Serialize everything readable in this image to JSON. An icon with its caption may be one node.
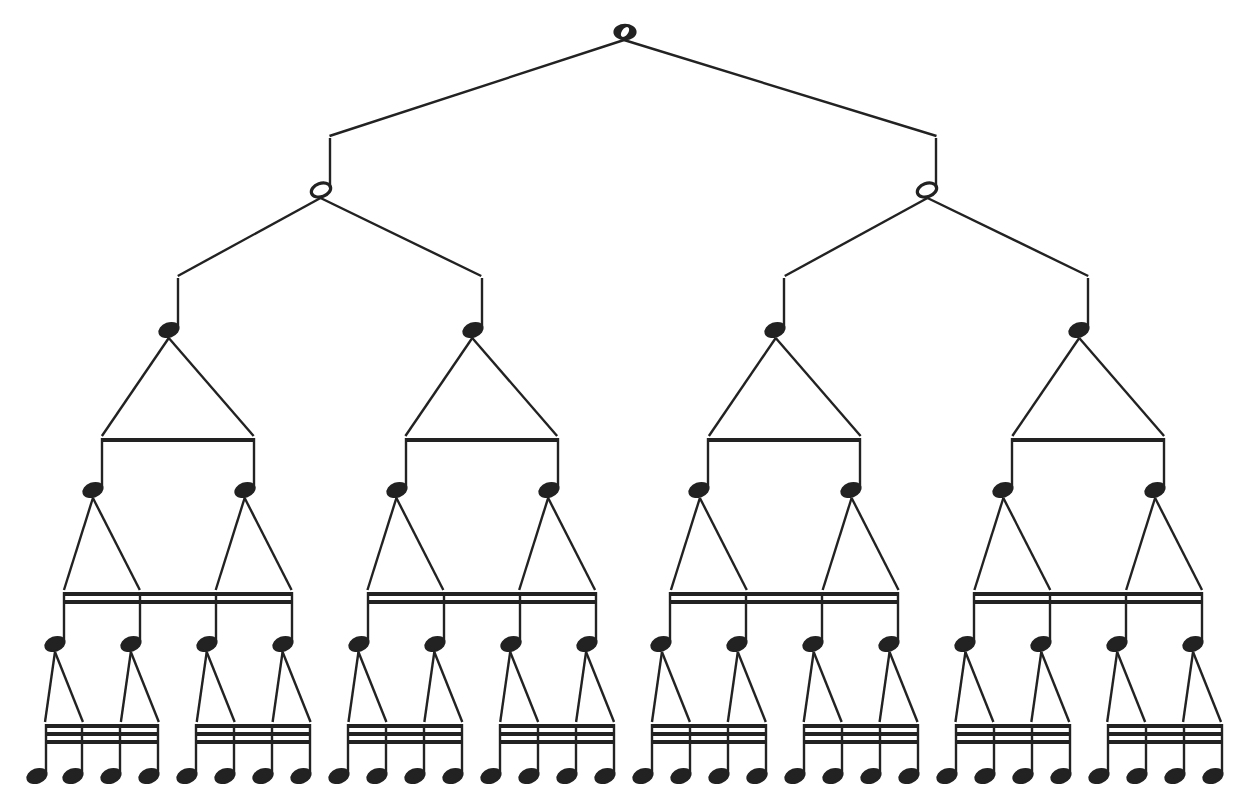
{
  "diagram": {
    "nodes": [
      {
        "text": [],
        "shape": "picture"
      },
      {
        "text": [],
        "shape": "picture"
      },
      {
        "text": [],
        "shape": "picture"
      },
      {
        "text": [],
        "shape": "picture"
      },
      {
        "text": [],
        "shape": "picture"
      },
      {
        "text": [],
        "shape": "picture"
      },
      {
        "text": [],
        "shape": "picture"
      },
      {
        "text": [],
        "shape": "picture"
      },
      {
        "text": [],
        "shape": "picture"
      },
      {
        "text": [],
        "shape": "picture"
      },
      {
        "text": [],
        "shape": "picture"
      },
      {
        "text": [],
        "shape": "picture"
      },
      {
        "text": [],
        "shape": "picture"
      },
      {
        "text": [],
        "shape": "picture"
      },
      {
        "text": [],
        "shape": "picture"
      },
      {
        "text": [],
        "shape": "picture"
      },
      {
        "text": [],
        "shape": "picture"
      },
      {
        "text": [],
        "shape": "picture"
      },
      {
        "text": [],
        "shape": "picture"
      },
      {
        "text": [],
        "shape": "picture"
      },
      {
        "text": [],
        "shape": "picture"
      },
      {
        "text": [],
        "shape": "picture"
      },
      {
        "text": [],
        "shape": "picture"
      },
      {
        "text": [],
        "shape": "picture"
      },
      {
        "text": [],
        "shape": "picture"
      },
      {
        "text": [],
        "shape": "picture"
      },
      {
        "text": [],
        "shape": "picture"
      },
      {
        "text": [],
        "shape": "picture"
      },
      {
        "text": [],
        "shape": "picture"
      },
      {
        "text": [],
        "shape": "picture"
      },
      {
        "text": [],
        "shape": "picture"
      },
      {
        "text": [],
        "shape": "picture"
      },
      {
        "text": [],
        "shape": "picture"
      },
      {
        "text": [],
        "shape": "picture"
      },
      {
        "text": [],
        "shape": "picture"
      },
      {
        "text": [],
        "shape": "picture"
      },
      {
        "text": [],
        "shape": "picture"
      },
      {
        "text": [],
        "shape": "picture"
      },
      {
        "text": [],
        "shape": "picture"
      },
      {
        "text": [],
        "shape": "picture"
      },
      {
        "text": [],
        "shape": "picture"
      },
      {
        "text": [],
        "shape": "picture"
      },
      {
        "text": [],
        "shape": "picture"
      },
      {
        "text": [],
        "shape": "picture"
      },
      {
        "text": [],
        "shape": "picture"
      },
      {
        "text": [],
        "shape": "picture"
      },
      {
        "text": [],
        "shape": "picture"
      },
      {
        "text": [],
        "shape": "picture"
      },
      {
        "text": [],
        "shape": "picture"
      },
      {
        "text": [],
        "shape": "picture"
      },
      {
        "text": [],
        "shape": "picture"
      },
      {
        "text": [],
        "shape": "picture"
      },
      {
        "text": [],
        "shape": "picture"
      },
      {
        "text": [],
        "shape": "picture"
      },
      {
        "text": [],
        "shape": "picture"
      },
      {
        "text": [],
        "shape": "picture"
      },
      {
        "text": [],
        "shape": "picture"
      },
      {
        "text": [],
        "shape": "picture"
      },
      {
        "text": [],
        "shape": "picture"
      },
      {
        "text": [],
        "shape": "picture"
      },
      {
        "text": [],
        "shape": "picture"
      },
      {
        "text": [],
        "shape": "picture"
      },
      {
        "text": [],
        "shape": "picture"
      }
    ],
    "edges": [
      {
        "from": 0,
        "to": 1,
        "arrow": "none"
      },
      {
        "from": 0,
        "to": 2,
        "arrow": "none"
      },
      {
        "from": 1,
        "to": 3,
        "arrow": "none"
      },
      {
        "from": 1,
        "to": 4,
        "arrow": "none"
      },
      {
        "from": 2,
        "to": 5,
        "arrow": "none"
      },
      {
        "from": 2,
        "to": 6,
        "arrow": "none"
      },
      {
        "from": 3,
        "to": 7,
        "arrow": "none"
      },
      {
        "from": 3,
        "to": 8,
        "arrow": "none"
      },
      {
        "from": 4,
        "to": 9,
        "arrow": "none"
      },
      {
        "from": 4,
        "to": 10,
        "arrow": "none"
      },
      {
        "from": 5,
        "to": 11,
        "arrow": "none"
      },
      {
        "from": 5,
        "to": 12,
        "arrow": "none"
      },
      {
        "from": 6,
        "to": 13,
        "arrow": "none"
      },
      {
        "from": 6,
        "to": 14,
        "arrow": "none"
      },
      {
        "from": 7,
        "to": 15,
        "arrow": "none"
      },
      {
        "from": 7,
        "to": 16,
        "arrow": "none"
      },
      {
        "from": 8,
        "to": 17,
        "arrow": "none"
      },
      {
        "from": 8,
        "to": 18,
        "arrow": "none"
      },
      {
        "from": 9,
        "to": 19,
        "arrow": "none"
      },
      {
        "from": 9,
        "to": 20,
        "arrow": "none"
      },
      {
        "from": 10,
        "to": 21,
        "arrow": "none"
      },
      {
        "from": 10,
        "to": 22,
        "arrow": "none"
      },
      {
        "from": 11,
        "to": 23,
        "arrow": "none"
      },
      {
        "from": 11,
        "to": 24,
        "arrow": "none"
      },
      {
        "from": 12,
        "to": 25,
        "arrow": "none"
      },
      {
        "from": 12,
        "to": 26,
        "arrow": "none"
      },
      {
        "from": 13,
        "to": 27,
        "arrow": "none"
      },
      {
        "from": 13,
        "to": 28,
        "arrow": "none"
      },
      {
        "from": 14,
        "to": 29,
        "arrow": "none"
      },
      {
        "from": 14,
        "to": 30,
        "arrow": "none"
      },
      {
        "from": 15,
        "to": 31,
        "arrow": "none"
      },
      {
        "from": 15,
        "to": 32,
        "arrow": "none"
      },
      {
        "from": 16,
        "to": 33,
        "arrow": "none"
      },
      {
        "from": 16,
        "to": 34,
        "arrow": "none"
      },
      {
        "from": 17,
        "to": 35,
        "arrow": "none"
      },
      {
        "from": 17,
        "to": 36,
        "arrow": "none"
      },
      {
        "from": 18,
        "to": 37,
        "arrow": "none"
      },
      {
        "from": 18,
        "to": 38,
        "arrow": "none"
      },
      {
        "from": 19,
        "to": 39,
        "arrow": "none"
      },
      {
        "from": 19,
        "to": 40,
        "arrow": "none"
      },
      {
        "from": 20,
        "to": 41,
        "arrow": "none"
      },
      {
        "from": 20,
        "to": 42,
        "arrow": "none"
      },
      {
        "from": 21,
        "to": 43,
        "arrow": "none"
      },
      {
        "from": 21,
        "to": 44,
        "arrow": "none"
      },
      {
        "from": 22,
        "to": 45,
        "arrow": "none"
      },
      {
        "from": 22,
        "to": 46,
        "arrow": "none"
      },
      {
        "from": 23,
        "to": 47,
        "arrow": "none"
      },
      {
        "from": 23,
        "to": 48,
        "arrow": "none"
      },
      {
        "from": 24,
        "to": 49,
        "arrow": "none"
      },
      {
        "from": 24,
        "to": 50,
        "arrow": "none"
      },
      {
        "from": 25,
        "to": 51,
        "arrow": "none"
      },
      {
        "from": 25,
        "to": 52,
        "arrow": "none"
      },
      {
        "from": 26,
        "to": 53,
        "arrow": "none"
      },
      {
        "from": 26,
        "to": 54,
        "arrow": "none"
      },
      {
        "from": 27,
        "to": 55,
        "arrow": "none"
      },
      {
        "from": 27,
        "to": 56,
        "arrow": "none"
      },
      {
        "from": 28,
        "to": 57,
        "arrow": "none"
      },
      {
        "from": 28,
        "to": 58,
        "arrow": "none"
      },
      {
        "from": 29,
        "to": 59,
        "arrow": "none"
      },
      {
        "from": 29,
        "to": 60,
        "arrow": "none"
      },
      {
        "from": 30,
        "to": 61,
        "arrow": "none"
      },
      {
        "from": 30,
        "to": 62,
        "arrow": "none"
      }
    ]
  }
}
